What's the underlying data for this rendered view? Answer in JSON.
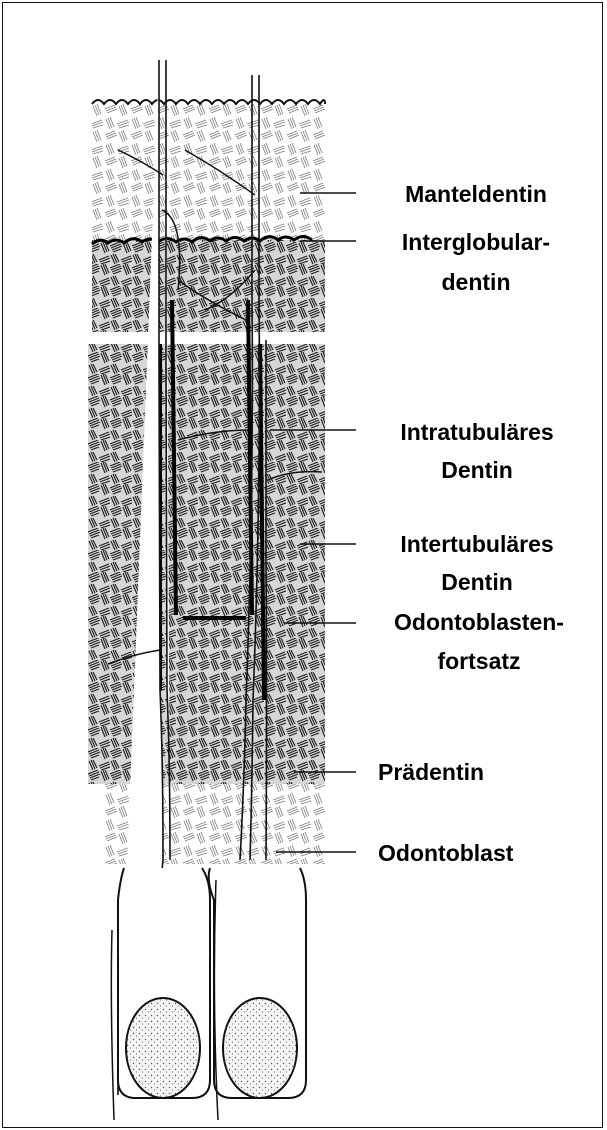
{
  "labels": {
    "manteldentin": "Manteldentin",
    "interglobular_1": "Interglobular-",
    "interglobular_2": "dentin",
    "intratubulaeres_1": "Intratubuläres",
    "intratubulaeres_2": "Dentin",
    "intertubulaeres_1": "Intertubuläres",
    "intertubulaeres_2": "Dentin",
    "fortsatz_1": "Odontoblasten-",
    "fortsatz_2": "fortsatz",
    "praedentin": "Prädentin",
    "odontoblast": "Odontoblast"
  },
  "colors": {
    "ink": "#111111",
    "frame": "#111111",
    "background": "#ffffff",
    "dark_dentin": "#2a2a2a",
    "light_dentin": "#9a9a9a"
  }
}
